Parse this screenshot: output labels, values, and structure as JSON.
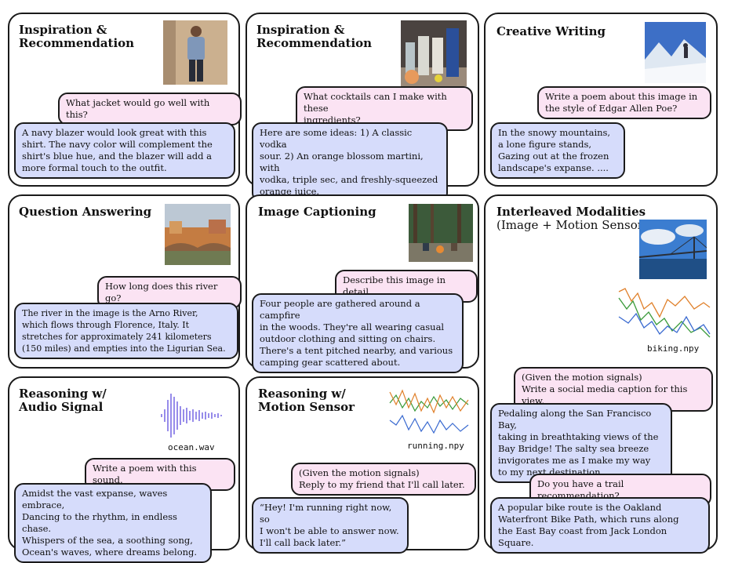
{
  "panels": {
    "p1": {
      "title": [
        "Inspiration &",
        "Recommendation"
      ],
      "question": [
        "What jacket would go well with this?"
      ],
      "answer": [
        "A navy blazer would look great with this",
        "shirt. The navy color will complement the",
        "shirt's blue hue, and the blazer will add a",
        "more formal touch to the outfit."
      ]
    },
    "p2": {
      "title": [
        "Inspiration &",
        "Recommendation"
      ],
      "question": [
        "What cocktails can I make with these",
        "ingredients?"
      ],
      "answer": [
        "Here are some ideas: 1) A classic vodka",
        "sour. 2) An orange blossom martini, with",
        "vodka, triple sec, and freshly-squeezed",
        "orange juice."
      ]
    },
    "p3": {
      "title": [
        "Creative Writing"
      ],
      "question": [
        "Write a poem about this image in",
        "the style of Edgar Allen Poe?"
      ],
      "answer": [
        "In the snowy mountains,",
        "a lone figure stands,",
        "Gazing out at the frozen",
        "landscape's expanse. ...."
      ]
    },
    "p4": {
      "title": [
        "Question Answering"
      ],
      "question": [
        "How long does this river go?"
      ],
      "answer": [
        "The river in the image is the Arno River,",
        "which flows through Florence, Italy. It",
        "stretches for approximately 241 kilometers",
        "(150 miles) and empties into the Ligurian Sea."
      ]
    },
    "p5": {
      "title": [
        "Image Captioning"
      ],
      "question": [
        "Describe this image in detail."
      ],
      "answer": [
        "Four people are gathered around a campfire",
        "in the woods. They're all wearing casual",
        "outdoor clothing and sitting on chairs.",
        "There's a tent pitched nearby, and various",
        "camping gear scattered about."
      ]
    },
    "p6": {
      "title": [
        "Interleaved Modalities"
      ],
      "subtitle": "(Image + Motion Sensor)",
      "file": "biking.npy",
      "question": [
        "(Given the motion signals)",
        "Write a social media caption for this view."
      ],
      "answer": [
        "Pedaling along the San Francisco Bay,",
        "taking in breathtaking views of the",
        "Bay Bridge! The salty sea breeze",
        "invigorates me as I make my way",
        "to my next destination."
      ],
      "question2": [
        "Do you have a trail recommendation?"
      ],
      "answer2": [
        "A popular bike route is the Oakland",
        "Waterfront Bike Path, which runs along",
        "the East Bay coast from Jack London Square."
      ]
    },
    "p7": {
      "title": [
        "Reasoning w/",
        "Audio Signal"
      ],
      "file": "ocean.wav",
      "question": [
        "Write a poem with this sound."
      ],
      "answer": [
        "Amidst the vast expanse, waves embrace,",
        "Dancing to the rhythm, in endless chase.",
        "Whispers of the sea, a soothing song,",
        "Ocean's waves, where dreams belong."
      ]
    },
    "p8": {
      "title": [
        "Reasoning w/",
        "Motion Sensor"
      ],
      "file": "running.npy",
      "question": [
        "(Given the motion signals)",
        "Reply to my friend that I'll call later."
      ],
      "answer": [
        "“Hey! I'm running right now, so",
        "I won't be able to answer now.",
        "I'll call back later.”"
      ]
    }
  },
  "colors": {
    "question_bg": "#fbe3f3",
    "answer_bg": "#d6dcfb",
    "border": "#1a1a1a"
  }
}
